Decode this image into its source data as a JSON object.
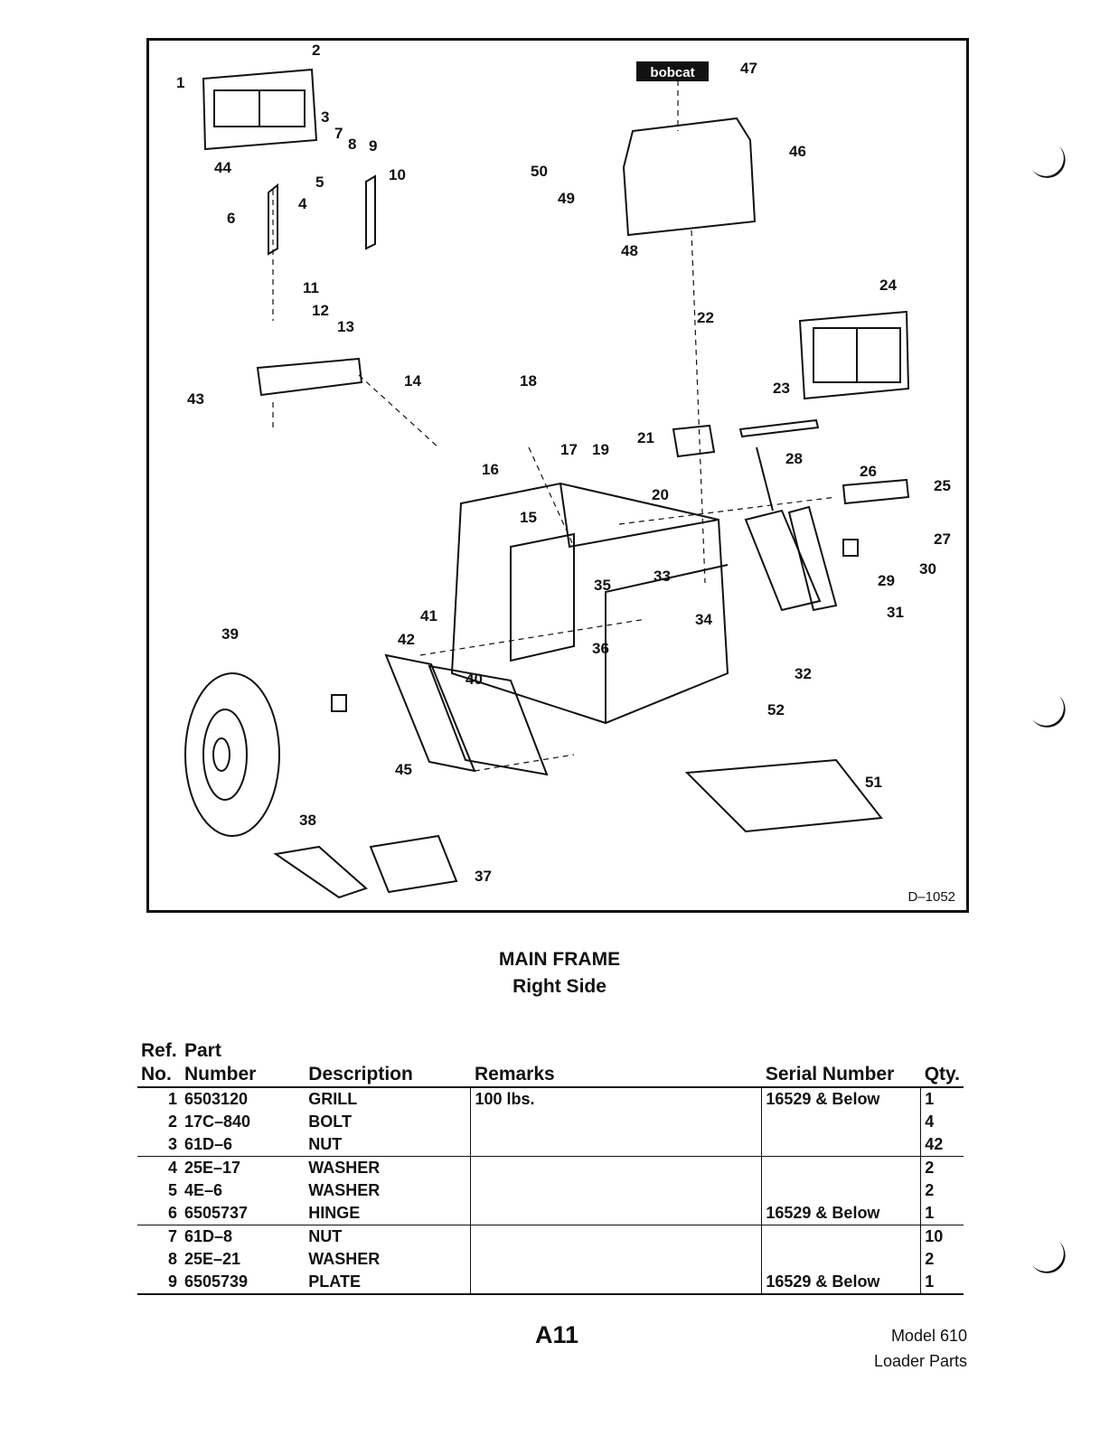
{
  "diagram": {
    "drawing_id": "D–1052",
    "callouts": [
      "1",
      "2",
      "3",
      "4",
      "5",
      "6",
      "7",
      "8",
      "9",
      "10",
      "11",
      "12",
      "13",
      "14",
      "15",
      "16",
      "17",
      "18",
      "19",
      "20",
      "21",
      "22",
      "23",
      "24",
      "25",
      "26",
      "27",
      "28",
      "29",
      "30",
      "31",
      "32",
      "33",
      "34",
      "35",
      "36",
      "37",
      "38",
      "39",
      "40",
      "41",
      "42",
      "43",
      "44",
      "45",
      "46",
      "47",
      "48",
      "49",
      "50",
      "51",
      "52"
    ],
    "logo_text": "bobcat"
  },
  "title": {
    "line1": "MAIN FRAME",
    "line2": "Right Side"
  },
  "table": {
    "headers": {
      "ref_line1": "Ref.",
      "ref_line2": "No.",
      "part_line1": "Part",
      "part_line2": "Number",
      "description": "Description",
      "remarks": "Remarks",
      "serial": "Serial Number",
      "qty": "Qty."
    },
    "rows": [
      {
        "ref": "1",
        "part": "6503120",
        "desc": "GRILL",
        "remarks": "100 lbs.",
        "serial": "16529 & Below",
        "qty": "1"
      },
      {
        "ref": "2",
        "part": "17C–840",
        "desc": "BOLT",
        "remarks": "",
        "serial": "",
        "qty": "4"
      },
      {
        "ref": "3",
        "part": "61D–6",
        "desc": "NUT",
        "remarks": "",
        "serial": "",
        "qty": "42"
      },
      {
        "ref": "4",
        "part": "25E–17",
        "desc": "WASHER",
        "remarks": "",
        "serial": "",
        "qty": "2"
      },
      {
        "ref": "5",
        "part": "4E–6",
        "desc": "WASHER",
        "remarks": "",
        "serial": "",
        "qty": "2"
      },
      {
        "ref": "6",
        "part": "6505737",
        "desc": "HINGE",
        "remarks": "",
        "serial": "16529 & Below",
        "qty": "1"
      },
      {
        "ref": "7",
        "part": "61D–8",
        "desc": "NUT",
        "remarks": "",
        "serial": "",
        "qty": "10"
      },
      {
        "ref": "8",
        "part": "25E–21",
        "desc": "WASHER",
        "remarks": "",
        "serial": "",
        "qty": "2"
      },
      {
        "ref": "9",
        "part": "6505739",
        "desc": "PLATE",
        "remarks": "",
        "serial": "16529 & Below",
        "qty": "1"
      }
    ]
  },
  "footer": {
    "page": "A11",
    "model": "Model 610",
    "book": "Loader Parts"
  }
}
